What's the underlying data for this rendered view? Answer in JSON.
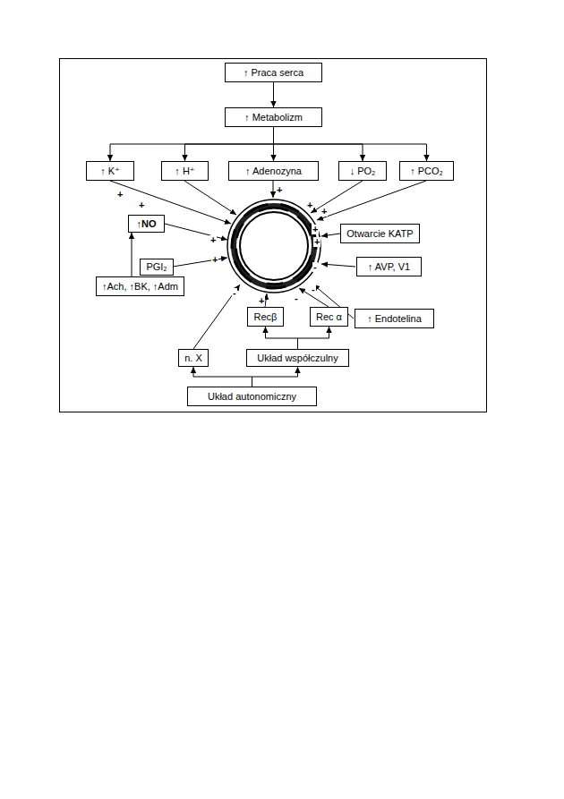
{
  "diagram": {
    "nodes": [
      {
        "text": [
          "↑ Praca serca"
        ]
      },
      {
        "text": [
          "↑ Metabolizm"
        ]
      },
      {
        "text": [
          "↑ K⁺"
        ]
      },
      {
        "text": [
          "↑ H⁺"
        ]
      },
      {
        "text": [
          "↑ Adenozyna"
        ]
      },
      {
        "text": [
          "↓ PO₂"
        ]
      },
      {
        "text": [
          "↑ PCO₂"
        ]
      },
      {
        "text": [
          "↑NO"
        ]
      },
      {
        "text": [
          "↑Ach, ↑BK, ↑Adm"
        ]
      },
      {
        "text": [
          "PGI₂"
        ]
      },
      {
        "text": [
          "Otwarcie KATP"
        ]
      },
      {
        "text": [
          "↑ AVP, V1"
        ]
      },
      {
        "text": [
          "Recβ"
        ]
      },
      {
        "text": [
          "Rec  α"
        ]
      },
      {
        "text": [
          "↑ Endotelina"
        ]
      },
      {
        "text": [
          "n. X"
        ]
      },
      {
        "text": [
          "Układ współczulny"
        ]
      },
      {
        "text": [
          "Układ autonomiczny"
        ]
      }
    ],
    "edges": [
      {
        "from": 0,
        "to": 1,
        "arrow": "to"
      },
      {
        "from": 1,
        "to": 2,
        "arrow": "to"
      },
      {
        "from": 1,
        "to": 3,
        "arrow": "to"
      },
      {
        "from": 1,
        "to": 4,
        "arrow": "to"
      },
      {
        "from": 1,
        "to": 5,
        "arrow": "to"
      },
      {
        "from": 1,
        "to": 6,
        "arrow": "to"
      },
      {
        "from": 8,
        "to": 7,
        "arrow": "to"
      },
      {
        "from": 16,
        "to": 12,
        "arrow": "to"
      },
      {
        "from": 16,
        "to": 13,
        "arrow": "to"
      },
      {
        "from": 17,
        "to": 15,
        "arrow": "to"
      },
      {
        "from": 17,
        "to": 16,
        "arrow": "to"
      }
    ],
    "labels": [
      "+",
      "+",
      "+",
      "+",
      "+",
      "+",
      "+",
      "+",
      "+",
      "-",
      "-",
      "+",
      "-",
      "-"
    ]
  }
}
